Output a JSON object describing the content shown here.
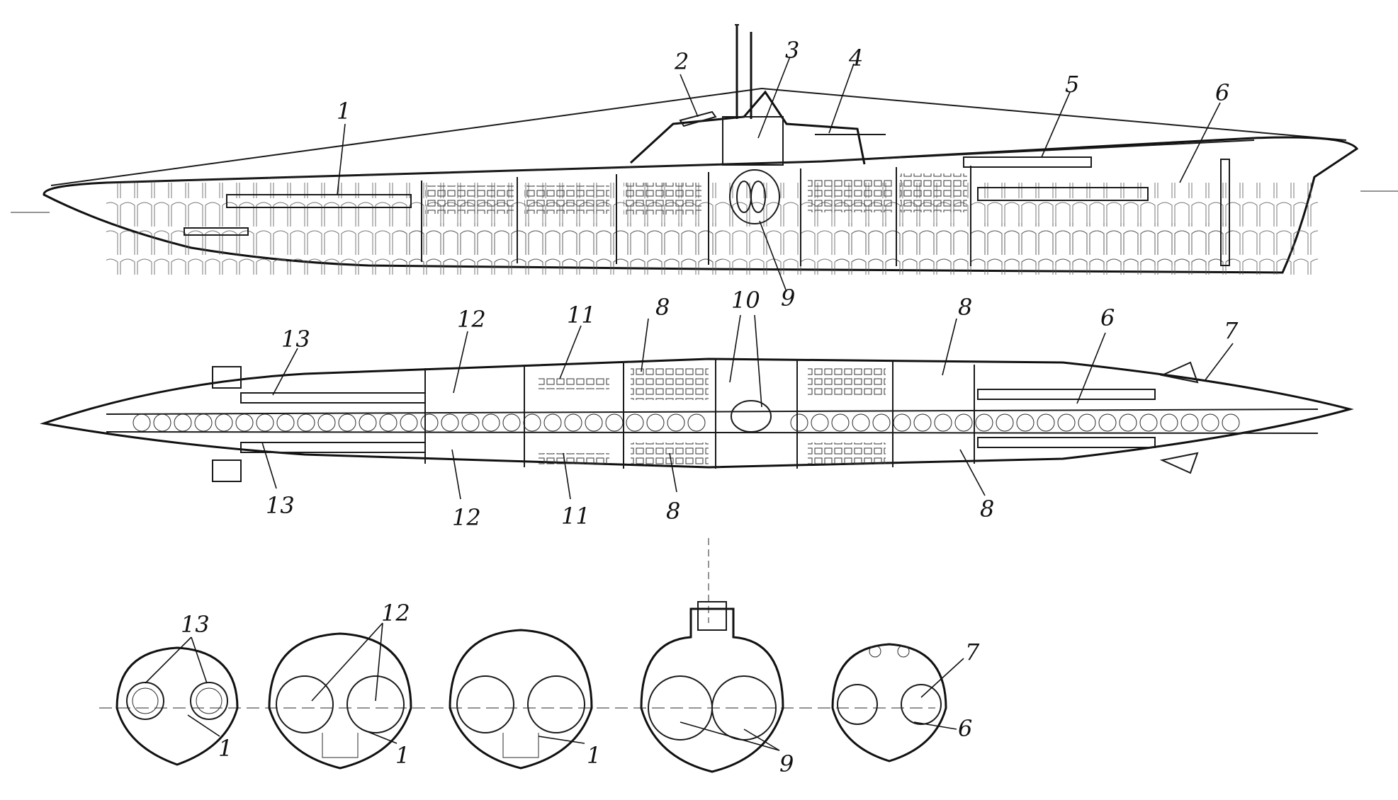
{
  "views": {
    "side": {
      "callouts": [
        "1",
        "2",
        "3",
        "4",
        "5",
        "6",
        "9"
      ]
    },
    "plan": {
      "callouts": [
        "13",
        "12",
        "11",
        "8",
        "10",
        "8",
        "6",
        "7",
        "13",
        "12",
        "11",
        "8",
        "8"
      ]
    },
    "sections": [
      {
        "callouts": [
          "13",
          "1"
        ]
      },
      {
        "callouts": [
          "12",
          "1"
        ]
      },
      {
        "callouts": [
          "1"
        ]
      },
      {
        "callouts": [
          "9"
        ]
      },
      {
        "callouts": [
          "7",
          "6"
        ]
      }
    ]
  }
}
